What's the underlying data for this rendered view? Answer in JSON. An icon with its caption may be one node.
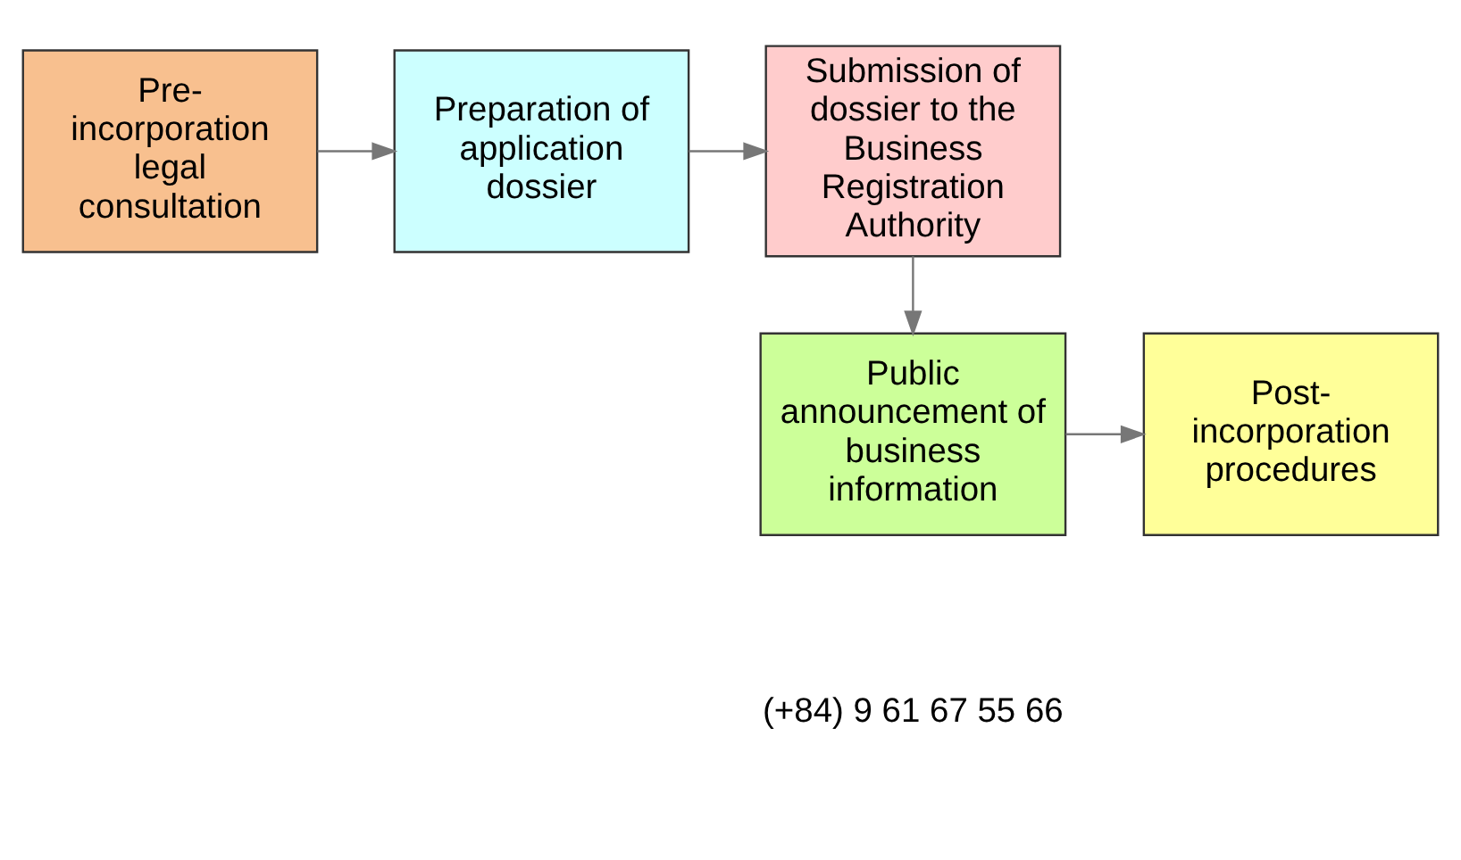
{
  "diagram": {
    "nodes": [
      {
        "text": [
          "Pre-incorporation legal consultation"
        ]
      },
      {
        "text": [
          "Preparation of application dossier"
        ]
      },
      {
        "text": [
          "Submission of dossier to the Business Registration Authority"
        ]
      },
      {
        "text": [
          "Public announcement of business information"
        ]
      },
      {
        "text": [
          "Post-incorporation procedures"
        ]
      }
    ],
    "edges": [
      {
        "from": 0,
        "to": 1,
        "arrow": "to"
      },
      {
        "from": 1,
        "to": 2,
        "arrow": "to"
      },
      {
        "from": 2,
        "to": 3,
        "arrow": "to"
      },
      {
        "from": 3,
        "to": 4,
        "arrow": "to"
      }
    ],
    "labels": [
      "(+84) 9 61 67 55 66"
    ]
  }
}
